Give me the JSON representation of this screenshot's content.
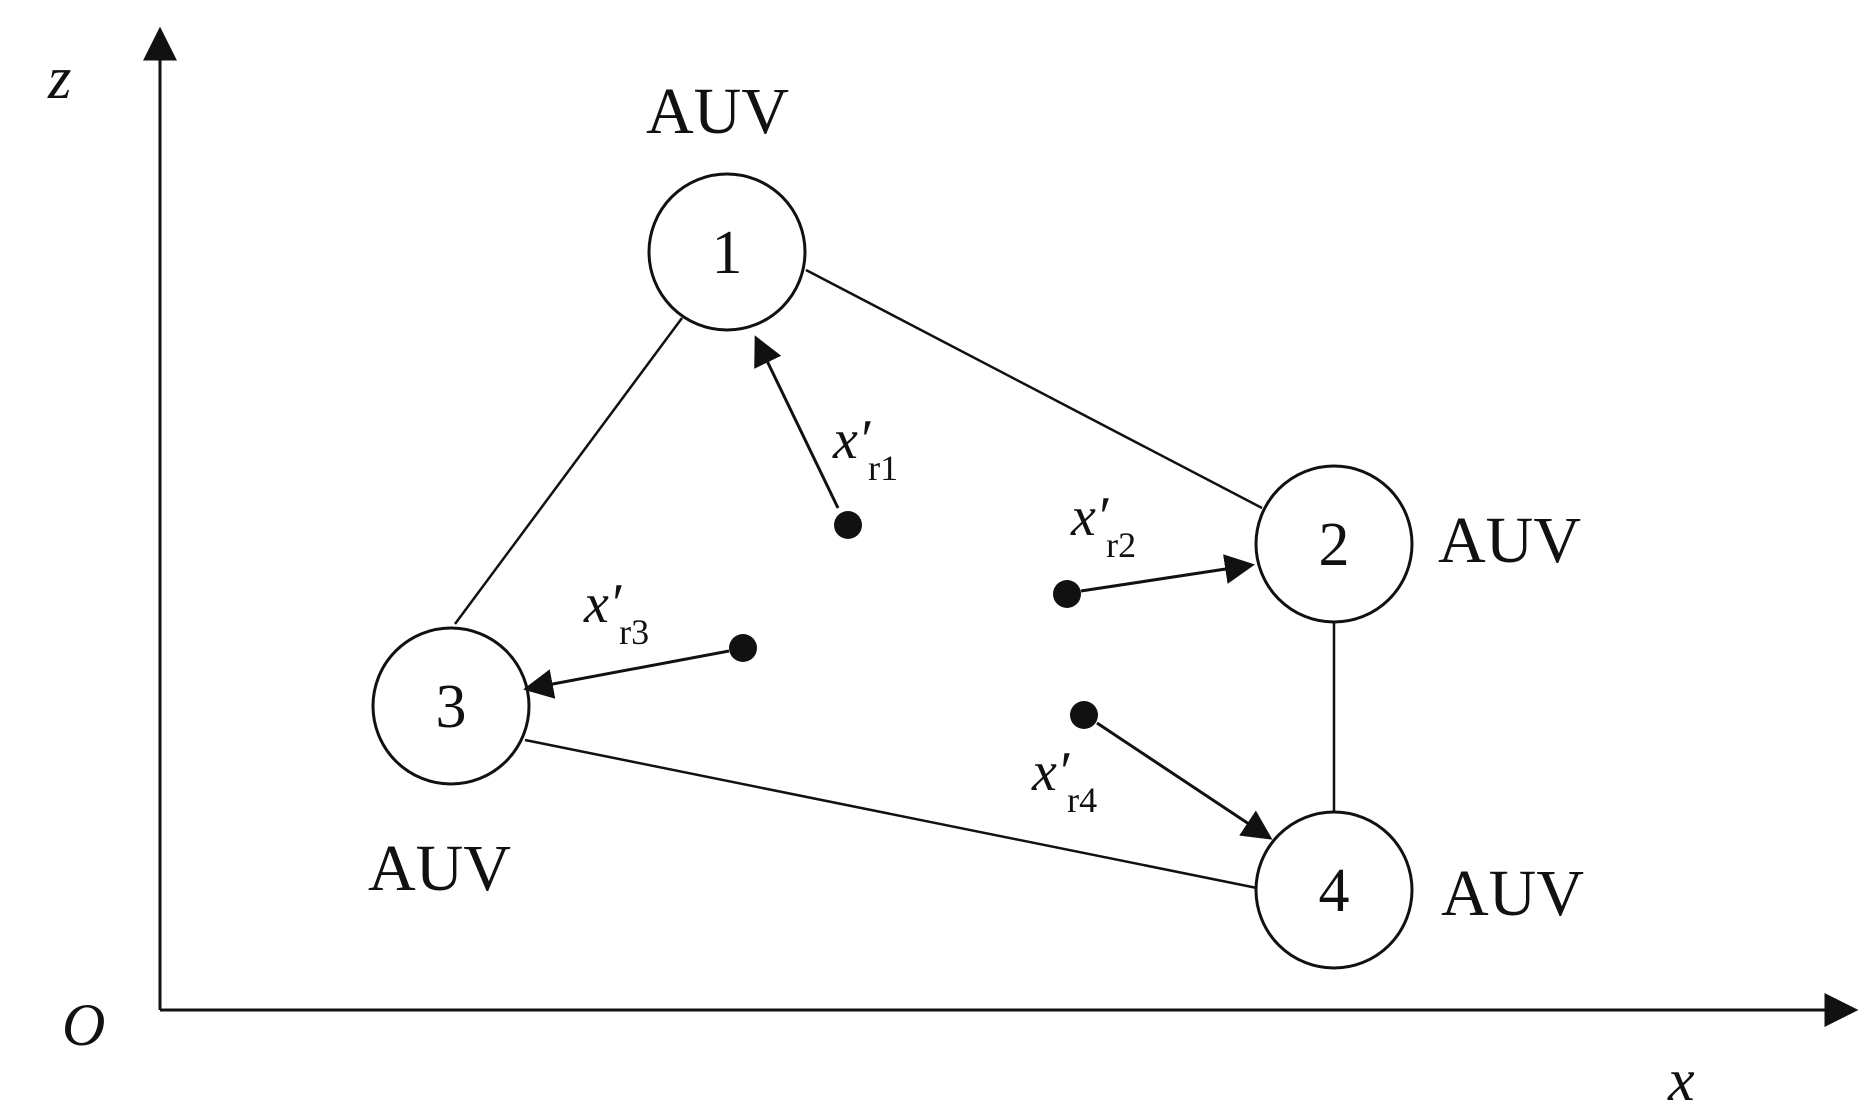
{
  "axes": {
    "x_label": "x",
    "z_label": "z",
    "origin_label": "O"
  },
  "nodes": [
    {
      "id": "1",
      "label": "1",
      "caption": "AUV"
    },
    {
      "id": "2",
      "label": "2",
      "caption": "AUV"
    },
    {
      "id": "3",
      "label": "3",
      "caption": "AUV"
    },
    {
      "id": "4",
      "label": "4",
      "caption": "AUV"
    }
  ],
  "edges": [
    {
      "from": "1",
      "to": "2"
    },
    {
      "from": "1",
      "to": "3"
    },
    {
      "from": "2",
      "to": "4"
    },
    {
      "from": "3",
      "to": "4"
    }
  ],
  "references": [
    {
      "target": "1",
      "symbol": "x′",
      "subscript": "r1"
    },
    {
      "target": "2",
      "symbol": "x′",
      "subscript": "r2"
    },
    {
      "target": "3",
      "symbol": "x′",
      "subscript": "r3"
    },
    {
      "target": "4",
      "symbol": "x′",
      "subscript": "r4"
    }
  ]
}
